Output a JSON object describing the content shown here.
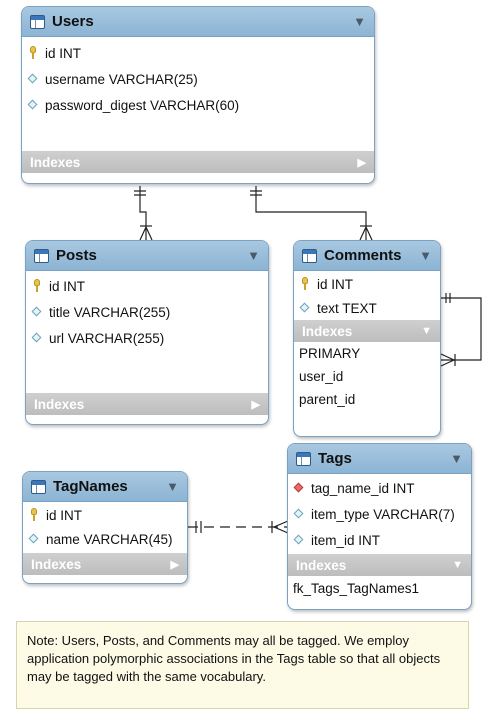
{
  "tables": {
    "users": {
      "name": "Users",
      "columns": [
        {
          "icon": "key",
          "text": "id INT"
        },
        {
          "icon": "column",
          "text": "username VARCHAR(25)"
        },
        {
          "icon": "column",
          "text": "password_digest VARCHAR(60)"
        }
      ],
      "indexes_label": "Indexes",
      "indexes_state": "collapsed"
    },
    "posts": {
      "name": "Posts",
      "columns": [
        {
          "icon": "key",
          "text": "id INT"
        },
        {
          "icon": "column",
          "text": "title VARCHAR(255)"
        },
        {
          "icon": "column",
          "text": "url VARCHAR(255)"
        }
      ],
      "indexes_label": "Indexes",
      "indexes_state": "collapsed"
    },
    "comments": {
      "name": "Comments",
      "columns": [
        {
          "icon": "key",
          "text": "id INT"
        },
        {
          "icon": "column",
          "text": "text TEXT"
        }
      ],
      "indexes_label": "Indexes",
      "indexes_state": "expanded",
      "indexes": [
        "PRIMARY",
        "user_id",
        "parent_id"
      ]
    },
    "tagnames": {
      "name": "TagNames",
      "columns": [
        {
          "icon": "key",
          "text": "id INT"
        },
        {
          "icon": "column",
          "text": "name VARCHAR(45)"
        }
      ],
      "indexes_label": "Indexes",
      "indexes_state": "collapsed"
    },
    "tags": {
      "name": "Tags",
      "columns": [
        {
          "icon": "foreign-key",
          "text": "tag_name_id INT"
        },
        {
          "icon": "column",
          "text": "item_type VARCHAR(7)"
        },
        {
          "icon": "column",
          "text": "item_id INT"
        }
      ],
      "indexes_label": "Indexes",
      "indexes_state": "expanded",
      "indexes": [
        "fk_Tags_TagNames1"
      ]
    }
  },
  "relationships": [
    {
      "from": "Users",
      "to": "Posts",
      "style": "solid",
      "cardinality": "one-to-many"
    },
    {
      "from": "Users",
      "to": "Comments",
      "style": "solid",
      "cardinality": "one-to-many"
    },
    {
      "from": "Comments",
      "to": "Comments",
      "style": "solid",
      "cardinality": "one-to-many"
    },
    {
      "from": "TagNames",
      "to": "Tags",
      "style": "dashed",
      "cardinality": "one-to-many"
    }
  ],
  "note": "Note: Users, Posts, and Comments may all be tagged. We employ application polymorphic associations in the Tags table so that all objects may be tagged with the same vocabulary."
}
